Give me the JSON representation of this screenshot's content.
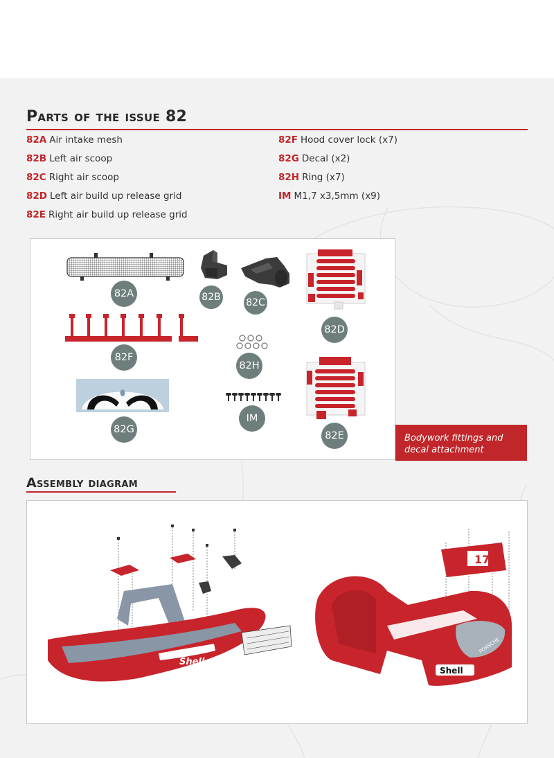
{
  "page": {
    "parts_title": "Parts of the issue 82",
    "assembly_title": "Assembly diagram",
    "callout": [
      "Bodywork fittings and",
      "decal attachment"
    ]
  },
  "parts": [
    {
      "code": "82A",
      "text": "Air intake mesh"
    },
    {
      "code": "82B",
      "text": "Left air scoop"
    },
    {
      "code": "82C",
      "text": "Right air scoop"
    },
    {
      "code": "82D",
      "text": "Left air build up release grid"
    },
    {
      "code": "82E",
      "text": "Right air build up release grid"
    },
    {
      "code": "82F",
      "text": "Hood cover lock (x7)"
    },
    {
      "code": "82G",
      "text": "Decal (x2)"
    },
    {
      "code": "82H",
      "text": "Ring (x7)"
    },
    {
      "code": "IM",
      "text": "M1,7 x3,5mm (x9)"
    }
  ],
  "badges": [
    "82A",
    "82B",
    "82C",
    "82D",
    "82F",
    "82H",
    "82G",
    "IM",
    "82E"
  ],
  "decals": [
    "Shell",
    "Shell",
    "PORSCHE"
  ],
  "colors": {
    "accent": "#c0262a",
    "badge": "#6e7e7d",
    "body_red": "#c8242b",
    "frame_blue": "#8896a6"
  }
}
